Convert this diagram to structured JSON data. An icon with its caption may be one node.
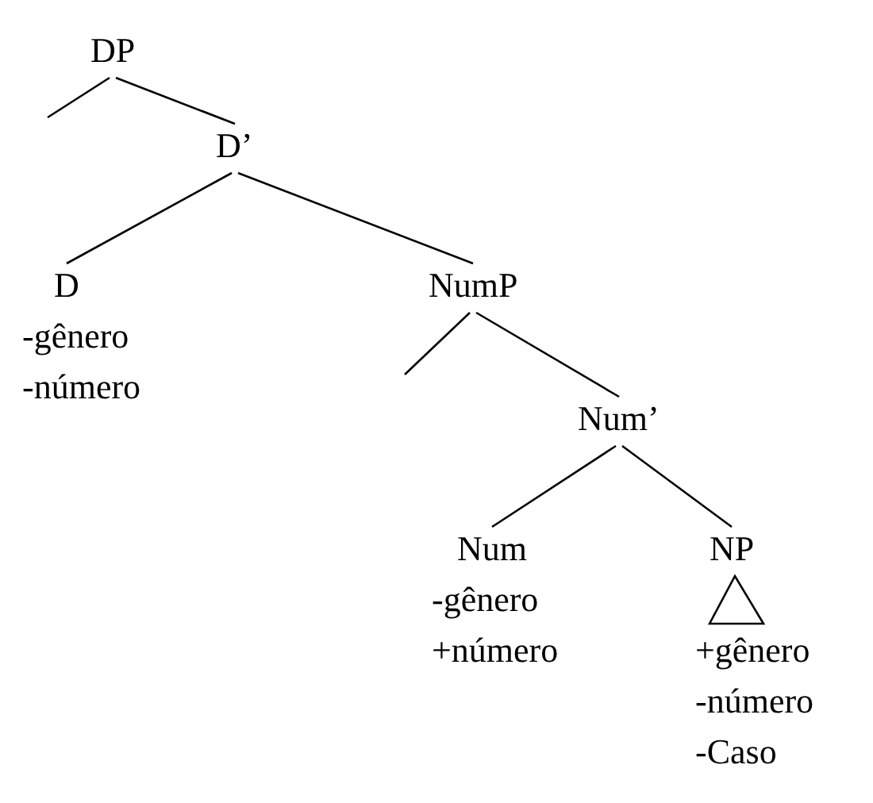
{
  "diagram": {
    "nodes": [
      {
        "text": [
          "DP"
        ]
      },
      {
        "text": [
          "D’"
        ]
      },
      {
        "text": [
          "D",
          "-gênero",
          "-número"
        ]
      },
      {
        "text": [
          "NumP"
        ]
      },
      {
        "text": [
          "Num’"
        ]
      },
      {
        "text": [
          "Num",
          "-gênero",
          "+número"
        ]
      },
      {
        "text": [
          "NP",
          "+gênero",
          "-número",
          "-Caso"
        ]
      }
    ],
    "edges": [
      {
        "from": 0,
        "to": null,
        "arrow": "none"
      },
      {
        "from": 0,
        "to": 1,
        "arrow": "none"
      },
      {
        "from": 1,
        "to": 2,
        "arrow": "none"
      },
      {
        "from": 1,
        "to": 3,
        "arrow": "none"
      },
      {
        "from": 3,
        "to": null,
        "arrow": "none"
      },
      {
        "from": 3,
        "to": 4,
        "arrow": "none"
      },
      {
        "from": 4,
        "to": 5,
        "arrow": "none"
      },
      {
        "from": 4,
        "to": 6,
        "arrow": "none"
      }
    ]
  }
}
